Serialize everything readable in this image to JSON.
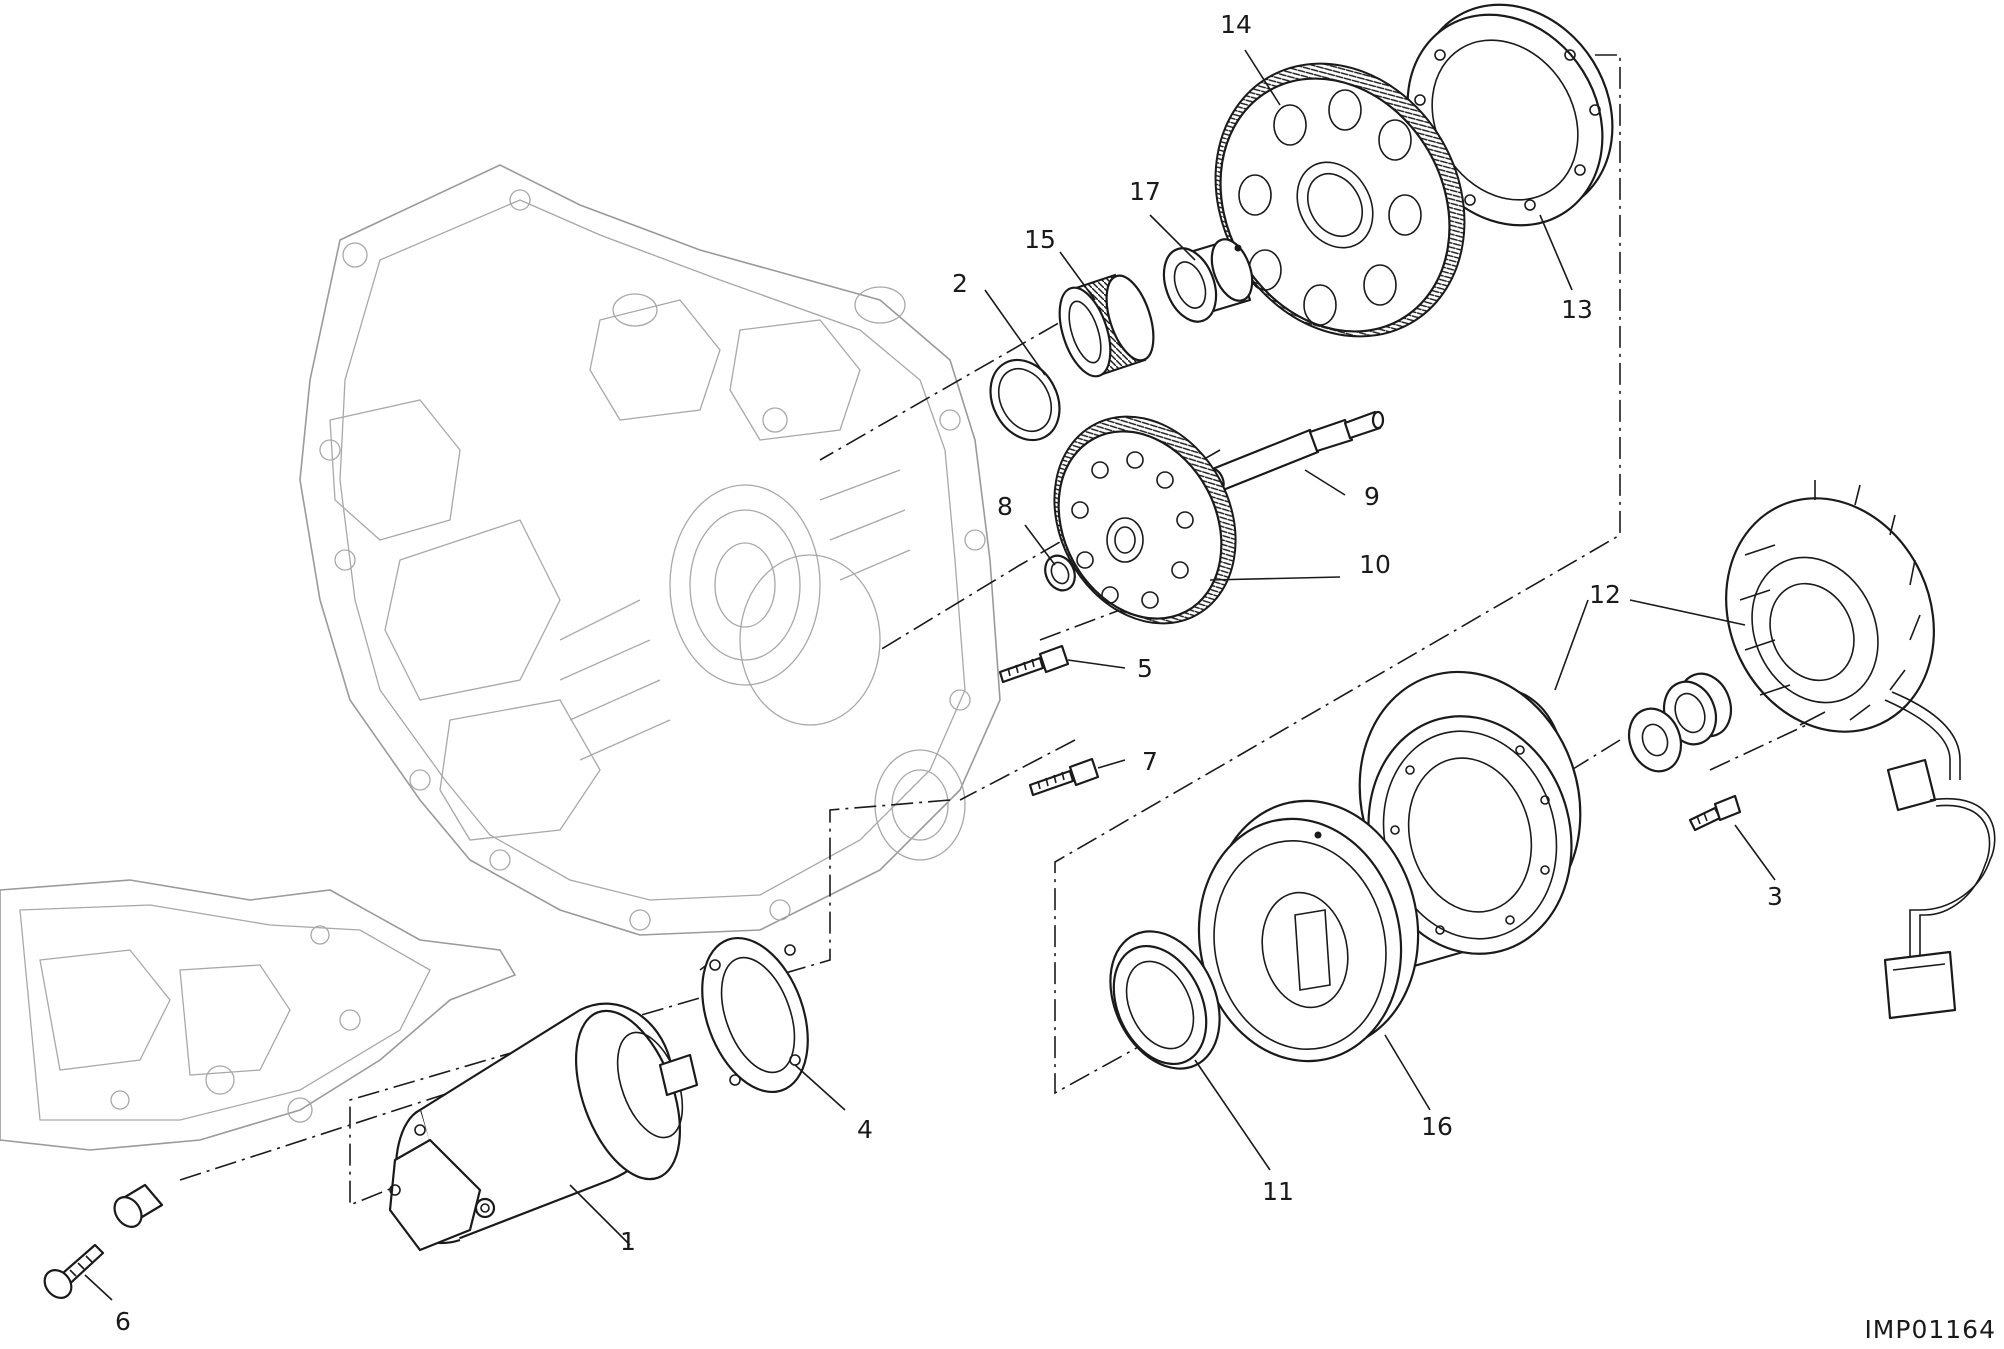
{
  "diagram": {
    "drawing_code": "IMP01164",
    "callouts": [
      "1",
      "2",
      "3",
      "4",
      "5",
      "6",
      "7",
      "8",
      "9",
      "10",
      "11",
      "12",
      "13",
      "14",
      "15",
      "16",
      "17"
    ]
  }
}
